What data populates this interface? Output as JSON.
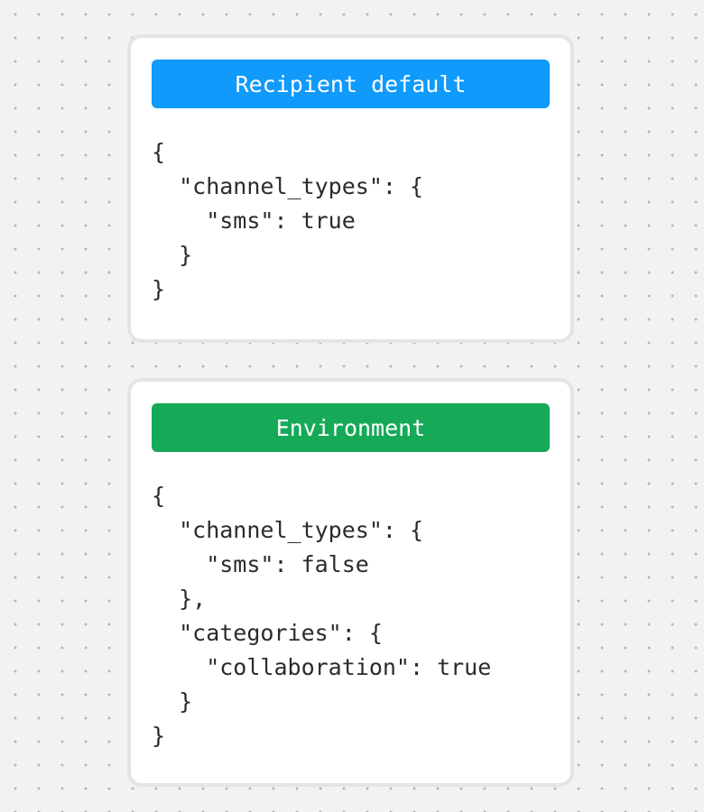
{
  "canvas": {
    "background_color": "#f2f2f2",
    "dot_color": "#b5b5b5",
    "card_ring_color": "#e4e4e4"
  },
  "cards": [
    {
      "name": "recipient-default",
      "header_label": "Recipient default",
      "header_color": "#0f9afc",
      "code": "{\n  \"channel_types\": {\n    \"sms\": true\n  }\n}"
    },
    {
      "name": "environment",
      "header_label": "Environment",
      "header_color": "#16aa58",
      "code": "{\n  \"channel_types\": {\n    \"sms\": false\n  },\n  \"categories\": {\n    \"collaboration\": true\n  }\n}"
    }
  ]
}
